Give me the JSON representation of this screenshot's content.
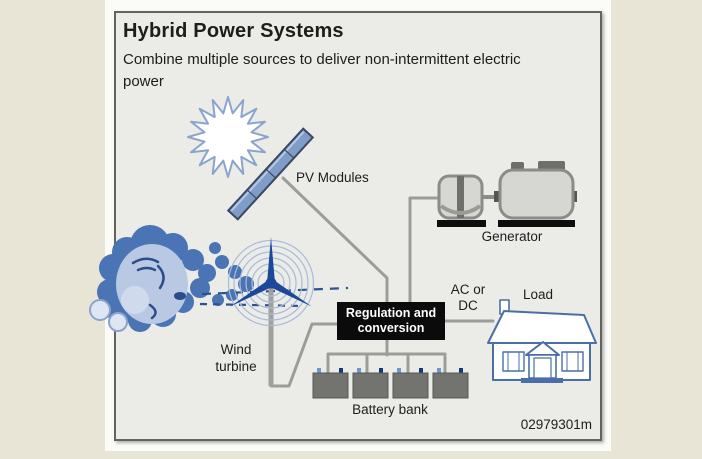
{
  "card": {
    "title": "Hybrid Power Systems",
    "subtitle": "Combine multiple sources to deliver non-intermittent electric power",
    "figure_id": "02979301m"
  },
  "labels": {
    "pv_modules": "PV Modules",
    "generator": "Generator",
    "wind_turbine": "Wind turbine",
    "regulation": "Regulation and conversion",
    "ac_dc": "AC or DC",
    "load": "Load",
    "battery_bank": "Battery bank"
  },
  "icons": [
    "sun-icon",
    "pv-panel-icon",
    "wind-cloud-icon",
    "wind-turbine-icon",
    "generator-icon",
    "house-icon",
    "battery-icon"
  ],
  "colors": {
    "background": "#e9e5d6",
    "page": "#fbfbf8",
    "card_fill": "#ebebe8",
    "card_border": "#63635f",
    "wire_gray": "#9c9c98",
    "panel_blue": "#7e9dc8",
    "blade_blue": "#1c4899",
    "cloud_blue": "#4a74b4",
    "cloud_face_blue": "#b9c9e4",
    "sun_outline_blue": "#8ba4cd",
    "house_outline_blue": "#4a6fa8",
    "regulation_box_bg": "#0b0b0b",
    "regulation_box_text": "#ffffff",
    "battery_gray": "#73736f",
    "terminal_light_blue": "#6d98d4",
    "terminal_dark_blue": "#16367e"
  },
  "diagram": {
    "components": [
      "Sun",
      "PV Modules",
      "Wind",
      "Wind turbine",
      "Generator",
      "Regulation and conversion",
      "Battery bank",
      "Load"
    ],
    "battery_count": 4,
    "connections": [
      {
        "from": "PV Modules",
        "to": "Regulation and conversion"
      },
      {
        "from": "Generator",
        "to": "Regulation and conversion"
      },
      {
        "from": "Wind turbine",
        "to": "Regulation and conversion"
      },
      {
        "from": "Regulation and conversion",
        "to": "Battery bank"
      },
      {
        "from": "Regulation and conversion",
        "to": "Load",
        "label": "AC or DC"
      }
    ]
  }
}
